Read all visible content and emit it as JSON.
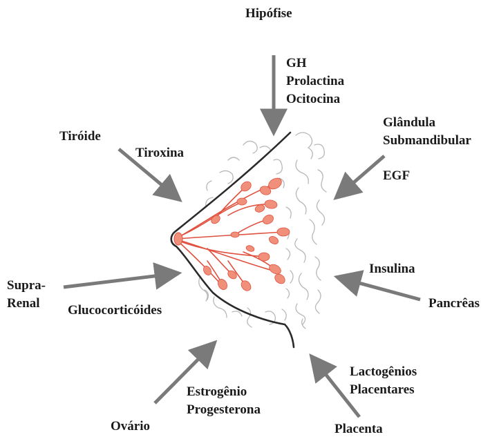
{
  "labels": {
    "hipofise": "Hipófise",
    "gh": "GH",
    "prolactina": "Prolactina",
    "ocitocina": "Ocitocina",
    "tiroide": "Tiróide",
    "tiroxina": "Tiroxina",
    "glandula": "Glândula",
    "submandibular": "Submandibular",
    "egf": "EGF",
    "supra": "Supra-",
    "renal": "Renal",
    "glucocorticoides": "Glucocorticóides",
    "insulina": "Insulina",
    "pancreas": "Pancrêas",
    "lactogenios": "Lactogênios",
    "placentares": "Placentares",
    "estrogenio": "Estrogênio",
    "progesterona": "Progesterona",
    "ovario": "Ovário",
    "placenta": "Placenta"
  },
  "colors": {
    "arrow": "#7a7a7a",
    "outline": "#2a2a2a",
    "lobule": "#b8b8b8",
    "duct": "#e0503e",
    "alveolus": "#f0907a"
  }
}
